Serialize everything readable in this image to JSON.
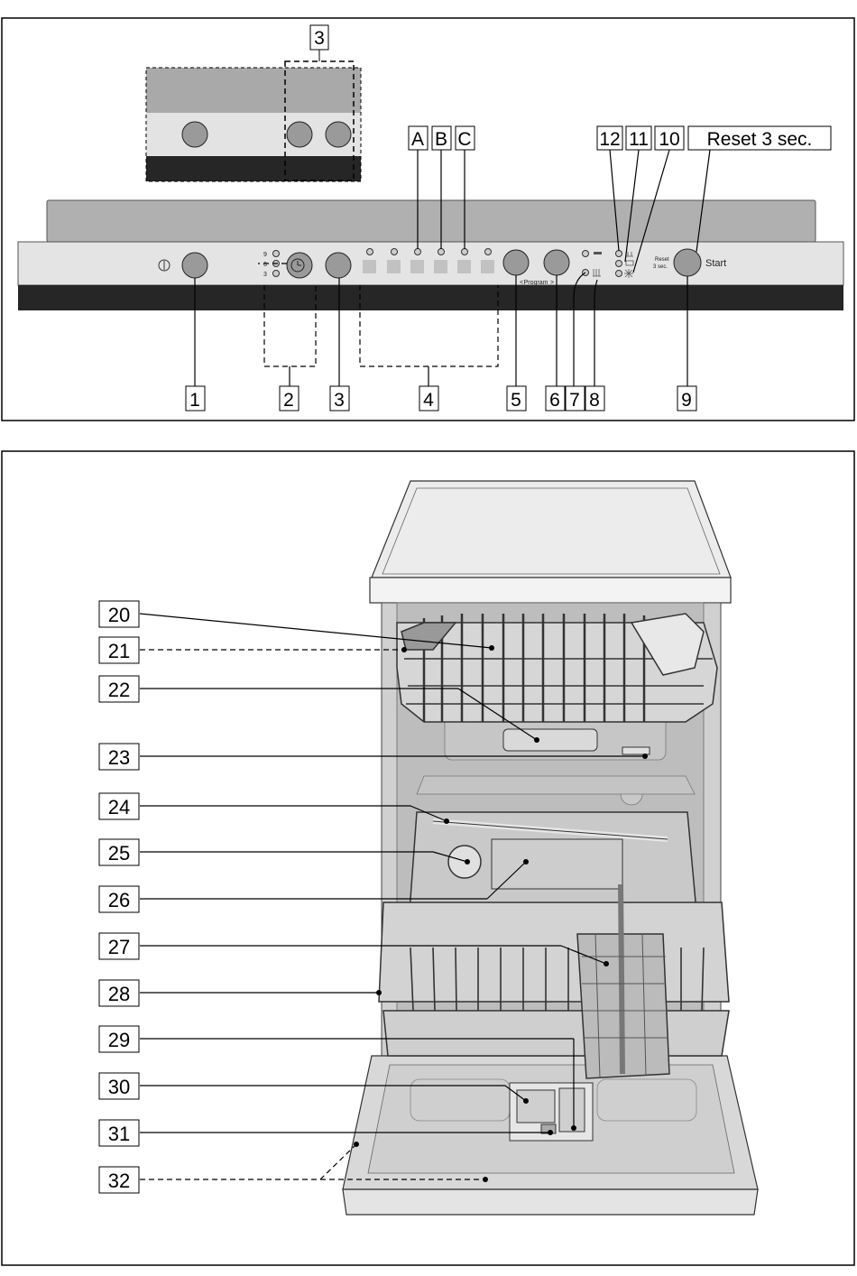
{
  "control_panel": {
    "small_labels": {
      "dry_9": "9",
      "dry_6": "6",
      "dry_3": "3",
      "reset": "Reset",
      "reset_sec": "3 sec.",
      "start": "Start",
      "program": "Program"
    },
    "callouts": [
      "1",
      "2",
      "3",
      "4",
      "5",
      "6",
      "7",
      "8",
      "9"
    ],
    "top_callouts": {
      "inset": "3",
      "a": "A",
      "b": "B",
      "c": "C",
      "n12": "12",
      "n11": "11",
      "n10": "10",
      "reset": "Reset 3 sec."
    }
  },
  "dishwasher": {
    "callouts": [
      "20",
      "21",
      "22",
      "23",
      "24",
      "25",
      "26",
      "27",
      "28",
      "29",
      "30",
      "31",
      "32"
    ]
  }
}
